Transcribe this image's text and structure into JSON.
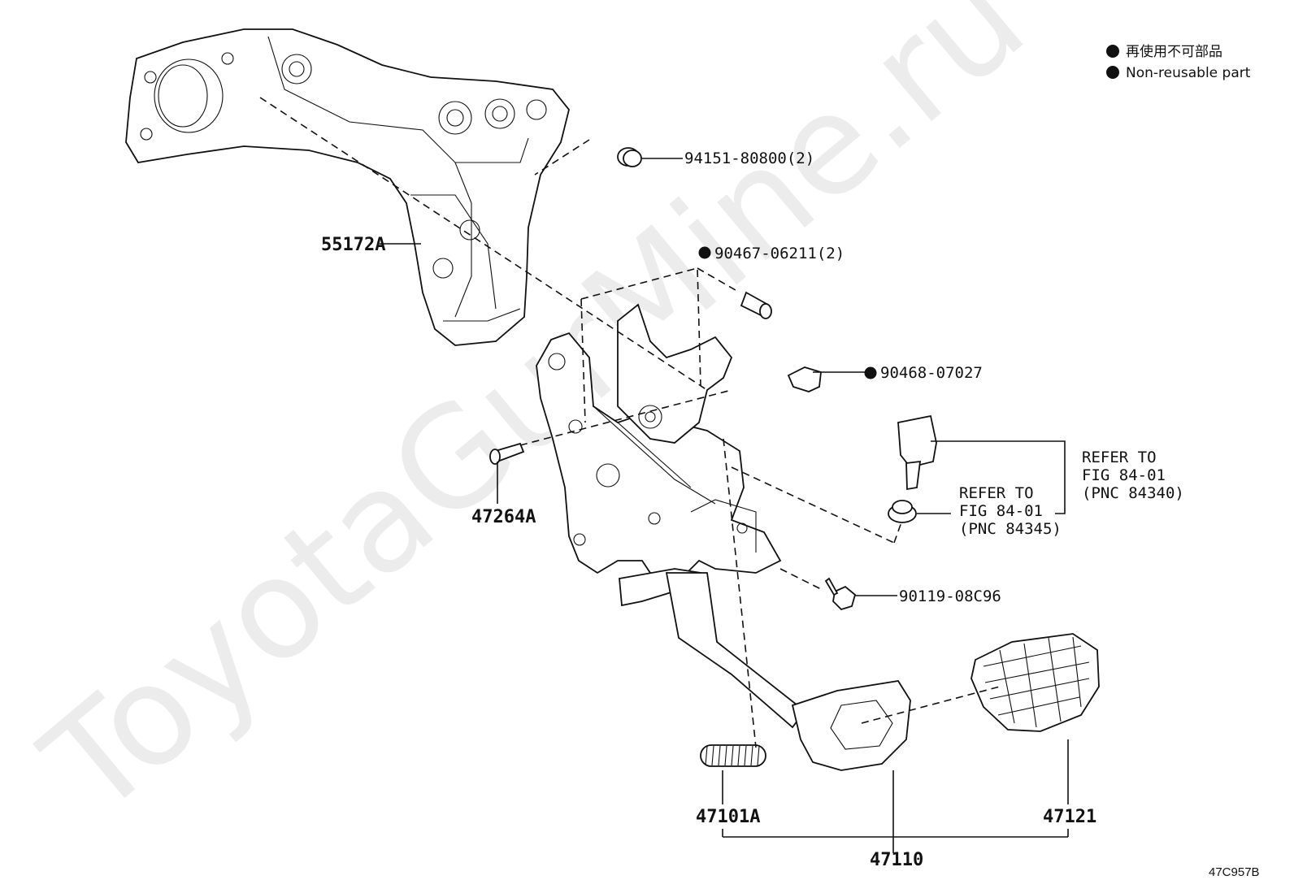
{
  "watermark": "ToyotaGurMine.ru",
  "legend": {
    "items": [
      {
        "text": "再使用不可部品"
      },
      {
        "text": "Non-reusable part"
      }
    ]
  },
  "parts": {
    "bracket": "55172A",
    "clip": "94151-80800(2)",
    "bolt_a": "90467-06211(2)",
    "clip_b": "90468-07027",
    "pin": "47264A",
    "bolt_c": "90119-08C96",
    "spring": "47101A",
    "pedal": "47121",
    "assembly": "47110"
  },
  "refs": {
    "switch": {
      "line1": "REFER TO",
      "line2": "FIG 84-01",
      "line3": "(PNC 84340)"
    },
    "cushion": {
      "line1": "REFER TO",
      "line2": "FIG 84-01",
      "line3": "(PNC 84345)"
    }
  },
  "figure_code": "47C957B"
}
